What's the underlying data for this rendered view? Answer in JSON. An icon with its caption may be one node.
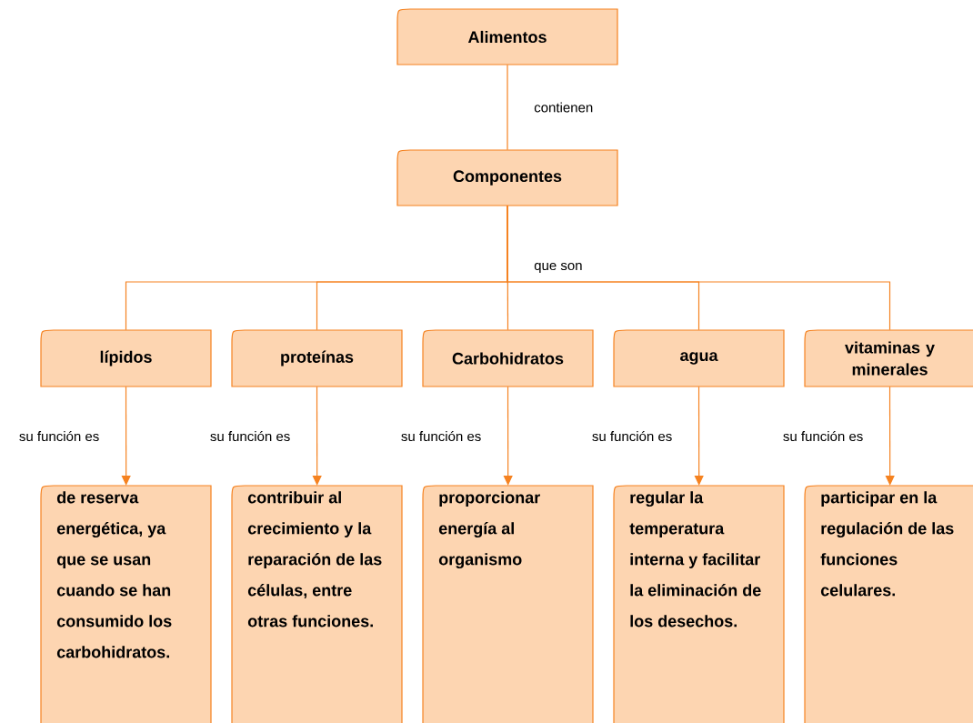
{
  "diagram": {
    "nodes": [
      {
        "text": [
          "Alimentos"
        ]
      },
      {
        "text": [
          "Componentes"
        ]
      },
      {
        "text": [
          "lípidos"
        ]
      },
      {
        "text": [
          "proteínas"
        ]
      },
      {
        "text": [
          "Carbohidratos"
        ]
      },
      {
        "text": [
          "agua"
        ]
      },
      {
        "text": [
          "vitaminas y minerales"
        ]
      },
      {
        "text": [
          "de reserva energética, ya que se usan cuando se han consumido los carbohidratos."
        ]
      },
      {
        "text": [
          "contribuir al crecimiento y la reparación de las células, entre otras funciones."
        ]
      },
      {
        "text": [
          "proporcionar energía al organismo"
        ]
      },
      {
        "text": [
          "regular la temperatura interna y facilitar la eliminación de los desechos."
        ]
      },
      {
        "text": [
          "participar en la regulación de las funciones celulares."
        ]
      }
    ],
    "edges": [
      {
        "from": 0,
        "to": 1,
        "arrow": "none",
        "label": "contienen"
      },
      {
        "from": 1,
        "to": 2,
        "arrow": "none"
      },
      {
        "from": 1,
        "to": 3,
        "arrow": "none"
      },
      {
        "from": 1,
        "to": 4,
        "arrow": "none",
        "label": "que son"
      },
      {
        "from": 1,
        "to": 5,
        "arrow": "none"
      },
      {
        "from": 1,
        "to": 6,
        "arrow": "none"
      },
      {
        "from": 2,
        "to": 7,
        "arrow": "to",
        "label": "su función es"
      },
      {
        "from": 3,
        "to": 8,
        "arrow": "to",
        "label": "su función es"
      },
      {
        "from": 4,
        "to": 9,
        "arrow": "to",
        "label": "su función es"
      },
      {
        "from": 5,
        "to": 10,
        "arrow": "to",
        "label": "su función es"
      },
      {
        "from": 6,
        "to": 11,
        "arrow": "to",
        "label": "su función es"
      }
    ]
  }
}
